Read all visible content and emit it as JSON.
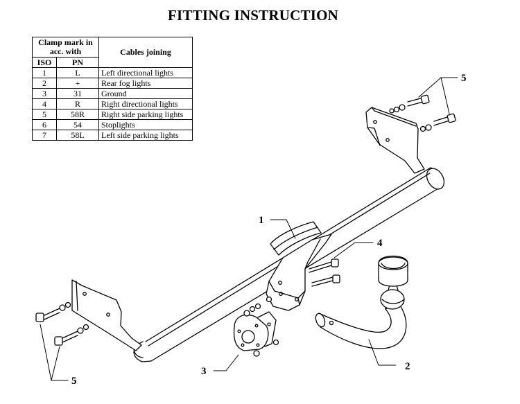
{
  "title": "FITTING INSTRUCTION",
  "table": {
    "header_group": "Clamp mark in acc. with",
    "header_iso": "ISO",
    "header_pn": "PN",
    "header_cables": "Cables joining",
    "rows": [
      {
        "iso": "1",
        "pn": "L",
        "cable": "Left directional lights"
      },
      {
        "iso": "2",
        "pn": "+",
        "cable": "Rear fog lights"
      },
      {
        "iso": "3",
        "pn": "31",
        "cable": "Ground"
      },
      {
        "iso": "4",
        "pn": "R",
        "cable": "Right directional lights"
      },
      {
        "iso": "5",
        "pn": "58R",
        "cable": "Right side parking lights"
      },
      {
        "iso": "6",
        "pn": "54",
        "cable": "Stoplights"
      },
      {
        "iso": "7",
        "pn": "58L",
        "cable": "Left side parking lights"
      }
    ]
  },
  "callouts": {
    "c1": "1",
    "c2": "2",
    "c3": "3",
    "c4": "4",
    "c5_top": "5",
    "c5_bottom": "5"
  }
}
